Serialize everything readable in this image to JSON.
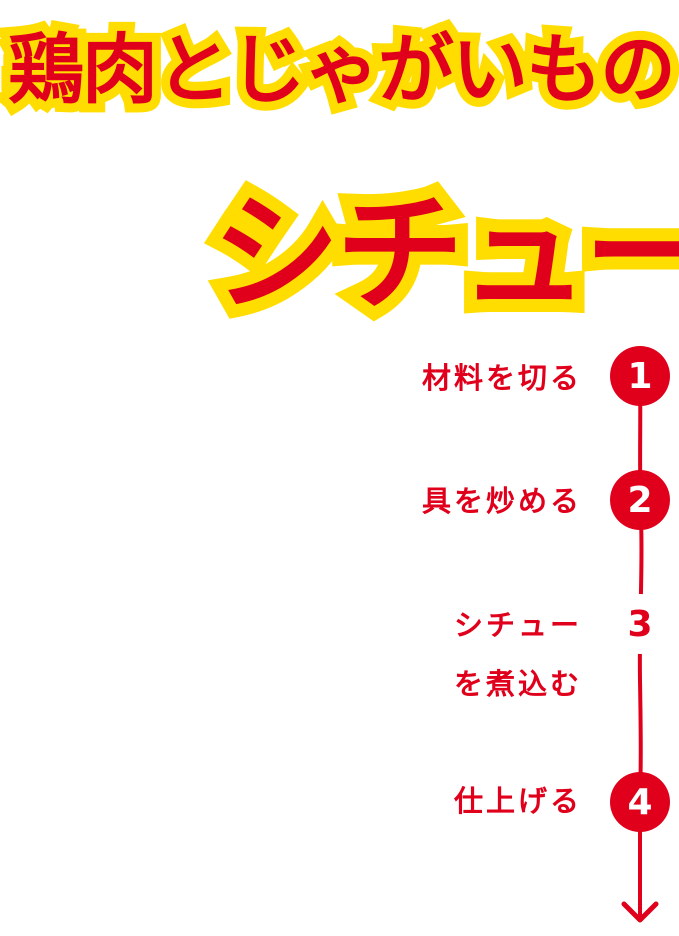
{
  "colors": {
    "red": "#e0001b",
    "yellow": "#ffdd00",
    "white": "#ffffff"
  },
  "title": {
    "line1": "鶏肉とじゃがいもの",
    "line2": "シチュー"
  },
  "steps": [
    {
      "number": "1",
      "label": "材料を切る",
      "style": "filled"
    },
    {
      "number": "2",
      "label": "具を炒める",
      "style": "filled"
    },
    {
      "number": "3",
      "label": "シチュー",
      "label2": "を煮込む",
      "style": "plain"
    },
    {
      "number": "4",
      "label": "仕上げる",
      "style": "filled"
    }
  ],
  "flow": {
    "arrow_icon": "arrow-down-icon"
  }
}
